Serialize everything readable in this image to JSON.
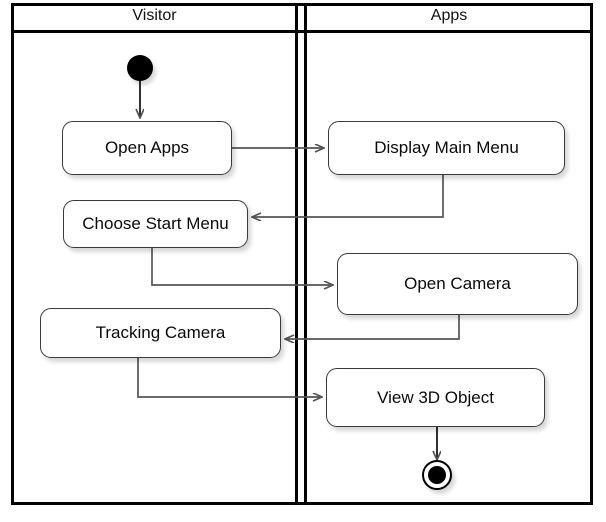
{
  "diagram": {
    "type": "uml-activity-diagram",
    "title": "",
    "lanes": [
      {
        "id": "visitor",
        "label": "Visitor"
      },
      {
        "id": "apps",
        "label": "Apps"
      }
    ],
    "nodes": [
      {
        "id": "start",
        "kind": "initial-node",
        "lane": "visitor",
        "label": ""
      },
      {
        "id": "open-apps",
        "kind": "action",
        "lane": "visitor",
        "label": "Open Apps"
      },
      {
        "id": "display-main-menu",
        "kind": "action",
        "lane": "apps",
        "label": "Display Main Menu"
      },
      {
        "id": "choose-start-menu",
        "kind": "action",
        "lane": "visitor",
        "label": "Choose Start Menu"
      },
      {
        "id": "open-camera",
        "kind": "action",
        "lane": "apps",
        "label": "Open Camera"
      },
      {
        "id": "tracking-camera",
        "kind": "action",
        "lane": "visitor",
        "label": "Tracking Camera"
      },
      {
        "id": "view-3d-object",
        "kind": "action",
        "lane": "apps",
        "label": "View 3D Object"
      },
      {
        "id": "end",
        "kind": "final-node",
        "lane": "apps",
        "label": ""
      }
    ],
    "edges": [
      {
        "from": "start",
        "to": "open-apps"
      },
      {
        "from": "open-apps",
        "to": "display-main-menu"
      },
      {
        "from": "display-main-menu",
        "to": "choose-start-menu"
      },
      {
        "from": "choose-start-menu",
        "to": "open-camera"
      },
      {
        "from": "open-camera",
        "to": "tracking-camera"
      },
      {
        "from": "tracking-camera",
        "to": "view-3d-object"
      },
      {
        "from": "view-3d-object",
        "to": "end"
      }
    ],
    "colors": {
      "frame": "#000000",
      "node_border": "#3a3a3a",
      "node_fill": "#ffffff",
      "connector": "#555555",
      "text": "#0a0a0a"
    }
  }
}
